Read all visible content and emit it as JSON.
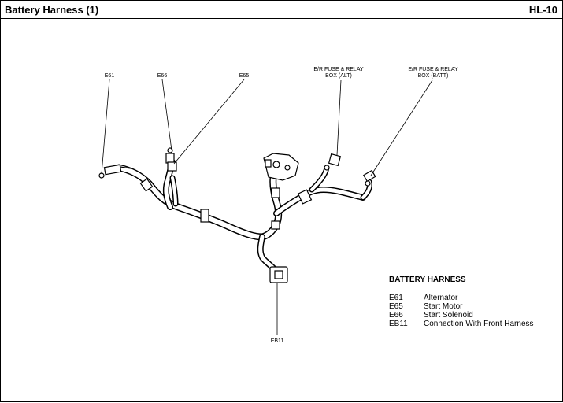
{
  "header": {
    "title": "Battery Harness (1)",
    "code": "HL-10"
  },
  "callouts": {
    "e61": "E61",
    "e66": "E66",
    "e65": "E65",
    "alt_line1": "E/R FUSE & RELAY",
    "alt_line2": "BOX (ALT)",
    "batt_line1": "E/R FUSE & RELAY",
    "batt_line2": "BOX (BATT)",
    "eb11": "EB11"
  },
  "legend": {
    "title": "BATTERY HARNESS",
    "items": [
      {
        "code": "E61",
        "desc": "Alternator"
      },
      {
        "code": "E65",
        "desc": "Start Motor"
      },
      {
        "code": "E66",
        "desc": "Start Solenoid"
      },
      {
        "code": "EB11",
        "desc": "Connection With Front Harness"
      }
    ]
  }
}
